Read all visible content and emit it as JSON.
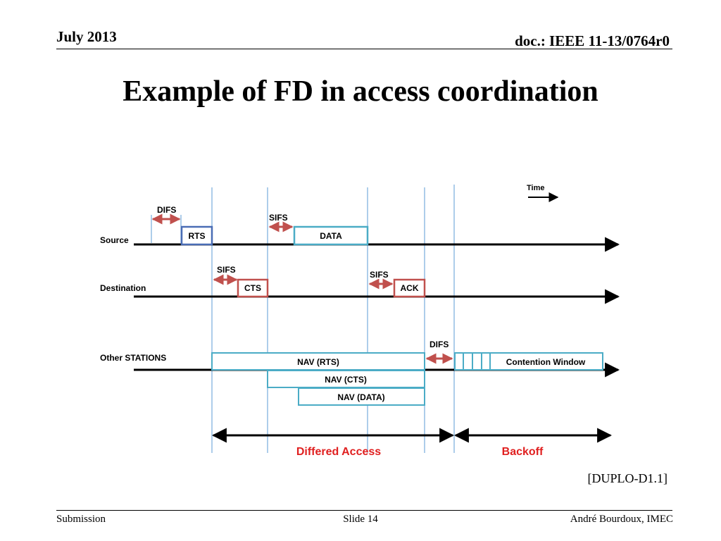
{
  "header": {
    "date": "July 2013",
    "doc": "doc.: IEEE 11-13/0764r0"
  },
  "title": "Example of FD in access coordination",
  "diagram": {
    "time_label": "Time",
    "rows": {
      "source": "Source",
      "destination": "Destination",
      "others": "Other STATIONS"
    },
    "intervals": {
      "difs": "DIFS",
      "sifs": "SIFS"
    },
    "frames": {
      "rts": "RTS",
      "data": "DATA",
      "cts": "CTS",
      "ack": "ACK"
    },
    "nav": {
      "rts": "NAV (RTS)",
      "cts": "NAV (CTS)",
      "data": "NAV (DATA)"
    },
    "contention_window": "Contention Window",
    "phases": {
      "deferred": "Differed Access",
      "backoff": "Backoff"
    },
    "colors": {
      "frame_blue": "#4a6db5",
      "frame_red": "#c0504d",
      "teal": "#4bacc6",
      "phase_red": "#e02020"
    }
  },
  "reference": "[DUPLO-D1.1]",
  "footer": {
    "left": "Submission",
    "center": "Slide 14",
    "right": "André Bourdoux, IMEC"
  }
}
